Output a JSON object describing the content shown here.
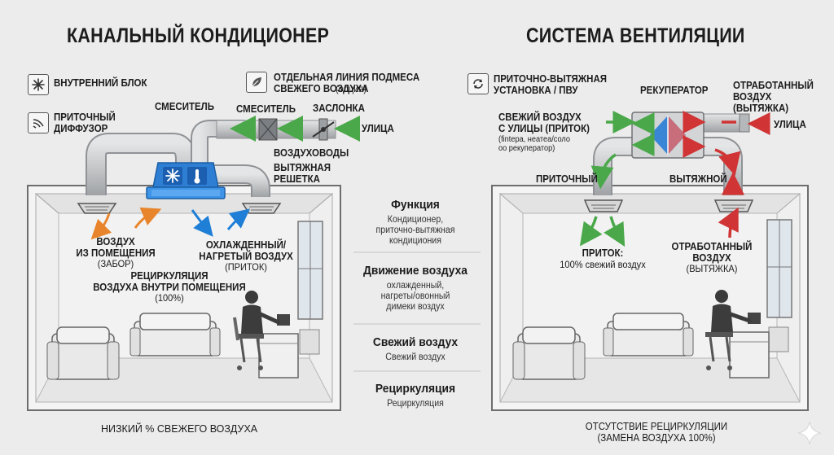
{
  "left": {
    "title": "КАНАЛЬНЫЙ КОНДИЦИОНЕР",
    "indoor_unit": "ВНУТРЕННИЙ БЛОК",
    "supply_diffuser": "ПРИТОЧНЫЙ\nДИФФУЗОР",
    "mixer_left": "СМЕСИТЕЛЬ",
    "mixer_right": "СМЕСИТЕЛЬ",
    "fresh_line": "ОТДЕЛЬНАЯ ЛИНИЯ ПОДМЕСА\nСВЕЖЕГО ВОЗДУХА",
    "fresh_line_option": "(опция)",
    "damper": "ЗАСЛОНКА",
    "street": "УЛИЦА",
    "ducts": "ВОЗДУХОВОДЫ",
    "exhaust_grille": "ВЫТЯЖНАЯ\nРЕШЕТКА",
    "room_air": "ВОЗДУХ\nИЗ ПОМЕЩЕНИЯ",
    "room_air_note": "(ЗАБОР)",
    "cooled_air": "ОХЛАЖДЕННЫЙ/\nНАГРЕТЫЙ ВОЗДУХ",
    "cooled_air_note": "(ПРИТОК)",
    "recirc": "РЕЦИРКУЛЯЦИЯ\nВОЗДУХА ВНУТРИ ПОМЕЩЕНИЯ",
    "recirc_note": "(100%)",
    "footer": "НИЗКИЙ % СВЕЖЕГО ВОЗДУХА"
  },
  "center": {
    "rows": [
      {
        "heading": "Функция",
        "text": "Кондиционер,\nприточно-вытяжная\nкондициония"
      },
      {
        "heading": "Движение воздуха",
        "text": "охлажденный,\nнагреты/овонный\nдимеки воздух"
      },
      {
        "heading": "Свежий воздух",
        "text": "Свежий воздух"
      },
      {
        "heading": "Рециркуляция",
        "text": "Рециркуляция"
      }
    ]
  },
  "right": {
    "title": "СИСТЕМА ВЕНТИЛЯЦИИ",
    "pvu": "ПРИТОЧНО-ВЫТЯЖНАЯ\nУСТАНОВКА / ПВУ",
    "recuperator": "РЕКУПЕРАТОР",
    "exhausted": "ОТРАБОТАННЫЙ\nВОЗДУХ\n(ВЫТЯЖКА)",
    "street": "УЛИЦА",
    "fresh_in": "СВЕЖИЙ ВОЗДУХ\nС УЛИЦЫ (ПРИТОК)",
    "fresh_in_note": "(fintepa, неатеа/соло\nоо рекуператор)",
    "supply": "ПРИТОЧНЫЙ",
    "exhaust": "ВЫТЯЖНОЙ",
    "inflow": "ПРИТОК:",
    "inflow_note": "100% свежий воздух",
    "exhausted_room": "ОТРАБОТАННЫЙ\nВОЗДУХ",
    "exhausted_room_note": "(ВЫТЯЖКА)",
    "footer": "ОТСУТСТВИЕ РЕЦИРКУЛЯЦИИ\n(ЗАМЕНА ВОЗДУХА 100%)"
  },
  "colors": {
    "orange": "#e8842c",
    "blue": "#1f7fd6",
    "green": "#4aa84a",
    "red": "#d03434",
    "duct": "#c9cbcd",
    "wall": "#8a8a8a"
  },
  "icons": [
    "snowflake-icon",
    "diffuser-icon",
    "leaf-icon",
    "recycle-icon",
    "thermometer-icon",
    "sparkle-icon"
  ]
}
